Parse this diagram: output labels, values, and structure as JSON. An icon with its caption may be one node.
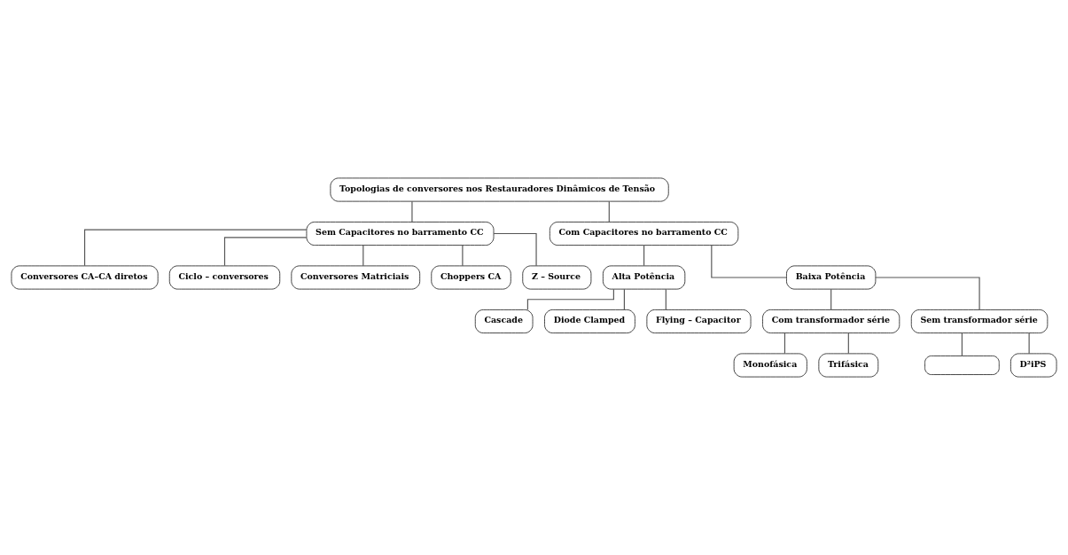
{
  "diagram": {
    "nodes": [
      {
        "text": [
          "Topologias de conversores nos Restauradores Dinâmicos de Tensão"
        ]
      },
      {
        "text": [
          "Sem Capacitores no barramento CC"
        ]
      },
      {
        "text": [
          "Com Capacitores no barramento CC"
        ]
      },
      {
        "text": [
          "Conversores CA–CA diretos"
        ]
      },
      {
        "text": [
          "Ciclo – conversores"
        ]
      },
      {
        "text": [
          "Conversores Matriciais"
        ]
      },
      {
        "text": [
          "Choppers CA"
        ]
      },
      {
        "text": [
          "Z – Source"
        ]
      },
      {
        "text": [
          "Alta Potência"
        ]
      },
      {
        "text": [
          "Baixa Potência"
        ]
      },
      {
        "text": [
          "Cascade"
        ]
      },
      {
        "text": [
          "Diode Clamped"
        ]
      },
      {
        "text": [
          "Flying – Capacitor"
        ]
      },
      {
        "text": [
          "Com transformador série"
        ]
      },
      {
        "text": [
          "Sem transformador série"
        ]
      },
      {
        "text": [
          "Monofásica"
        ]
      },
      {
        "text": [
          "Trifásica"
        ]
      },
      {
        "text": [],
        "shape": "box"
      },
      {
        "text": [
          "D²iPS"
        ]
      }
    ],
    "edges": [
      {
        "from": 0,
        "to": 1,
        "arrow": "none"
      },
      {
        "from": 0,
        "to": 2,
        "arrow": "none"
      },
      {
        "from": 1,
        "to": 3,
        "arrow": "none"
      },
      {
        "from": 1,
        "to": 4,
        "arrow": "none"
      },
      {
        "from": 1,
        "to": 5,
        "arrow": "none"
      },
      {
        "from": 1,
        "to": 6,
        "arrow": "none"
      },
      {
        "from": 1,
        "to": 7,
        "arrow": "none"
      },
      {
        "from": 2,
        "to": 8,
        "arrow": "none"
      },
      {
        "from": 2,
        "to": 9,
        "arrow": "none"
      },
      {
        "from": 8,
        "to": 10,
        "arrow": "none"
      },
      {
        "from": 8,
        "to": 11,
        "arrow": "none"
      },
      {
        "from": 8,
        "to": 12,
        "arrow": "none"
      },
      {
        "from": 9,
        "to": 13,
        "arrow": "none"
      },
      {
        "from": 9,
        "to": 14,
        "arrow": "none"
      },
      {
        "from": 13,
        "to": 15,
        "arrow": "none"
      },
      {
        "from": 13,
        "to": 16,
        "arrow": "none"
      },
      {
        "from": 14,
        "to": 17,
        "arrow": "none"
      },
      {
        "from": 14,
        "to": 18,
        "arrow": "none"
      }
    ]
  }
}
